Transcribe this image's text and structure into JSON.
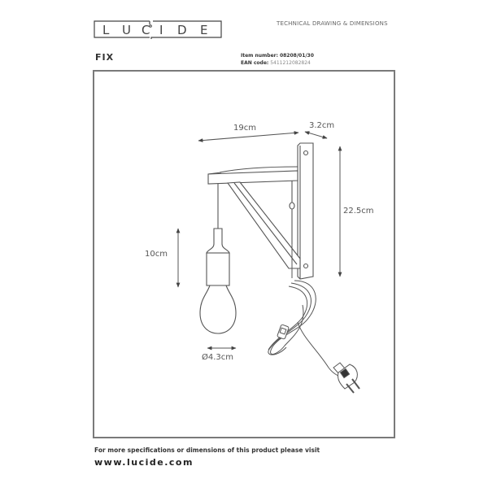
{
  "header": {
    "brand": "LUCIDE",
    "brand_letters": [
      "L",
      "U",
      "C",
      "I",
      "D",
      "E"
    ],
    "doc_type": "TECHNICAL DRAWING & DIMENSIONS",
    "product_name": "FIX",
    "item_number_label": "Item number:",
    "item_number": "08208/01/30",
    "ean_label": "EAN code:",
    "ean_code": "5411212082824"
  },
  "drawing": {
    "subject": "wall lamp with bracket, bulb and plug cord",
    "dimensions": {
      "width": "19cm",
      "depth": "3.2cm",
      "height": "22.5cm",
      "lamp_height": "10cm",
      "bulb_diameter": "Ø4.3cm"
    },
    "colors": {
      "line": "#555555",
      "frame": "#7a7a7a"
    }
  },
  "footer": {
    "note": "For more specifications or dimensions of this product please visit",
    "website": "www.lucide.com"
  }
}
